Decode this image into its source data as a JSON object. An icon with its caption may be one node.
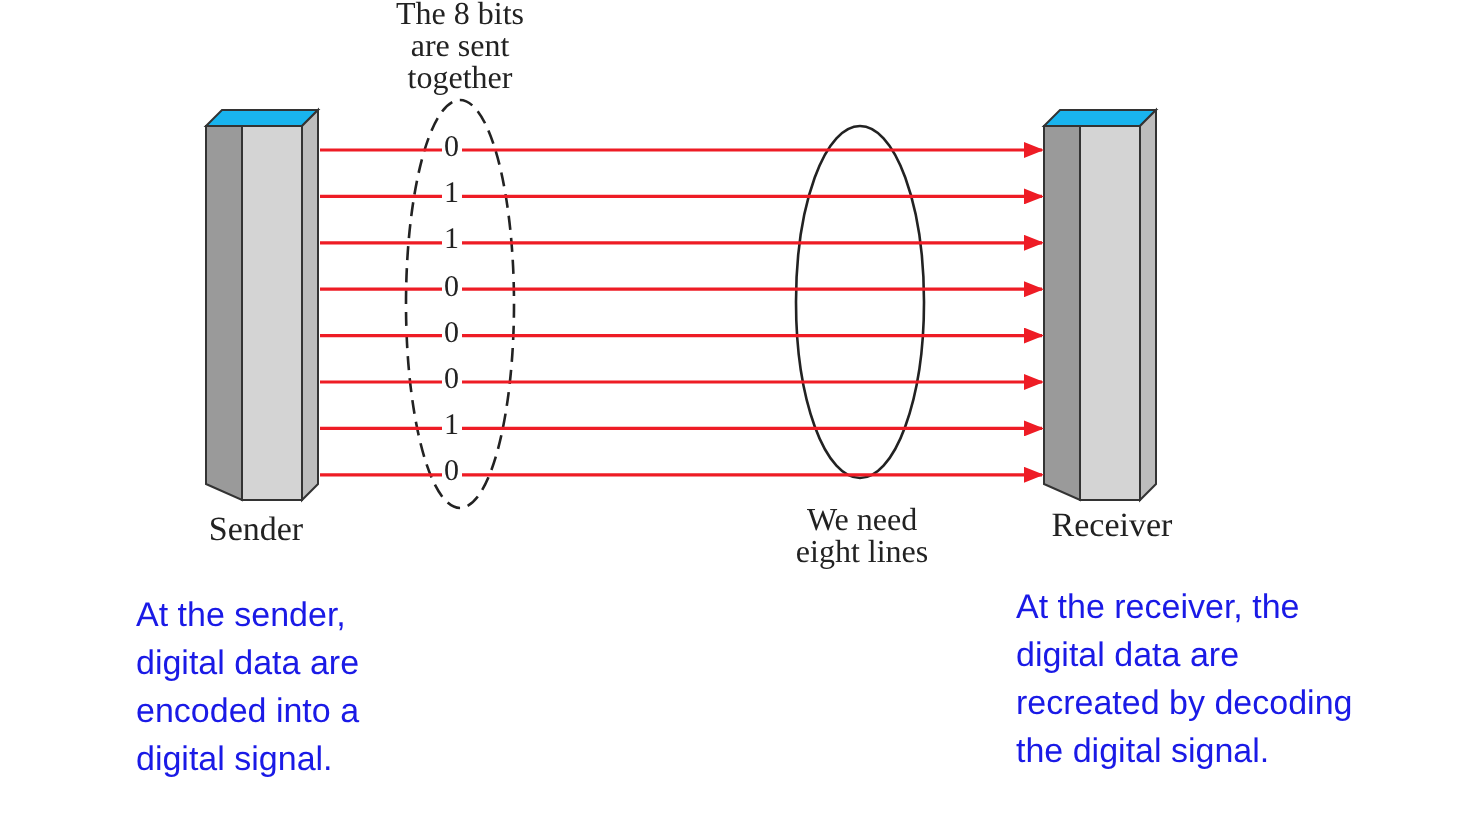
{
  "diagram": {
    "nodes": [
      {
        "text": [
          "Sender"
        ]
      },
      {
        "text": [
          "Receiver"
        ]
      }
    ],
    "edges": [
      {
        "from": 0,
        "to": 1,
        "arrow": "to",
        "label": "0"
      },
      {
        "from": 0,
        "to": 1,
        "arrow": "to",
        "label": "1"
      },
      {
        "from": 0,
        "to": 1,
        "arrow": "to",
        "label": "1"
      },
      {
        "from": 0,
        "to": 1,
        "arrow": "to",
        "label": "0"
      },
      {
        "from": 0,
        "to": 1,
        "arrow": "to",
        "label": "0"
      },
      {
        "from": 0,
        "to": 1,
        "arrow": "to",
        "label": "0"
      },
      {
        "from": 0,
        "to": 1,
        "arrow": "to",
        "label": "1"
      },
      {
        "from": 0,
        "to": 1,
        "arrow": "to",
        "label": "0"
      }
    ],
    "labels": [
      "The 8 bits are sent together",
      "We need eight lines",
      "At the sender, digital data are encoded into a digital signal.",
      "At the receiver, the digital data are recreated by decoding the digital signal."
    ]
  }
}
